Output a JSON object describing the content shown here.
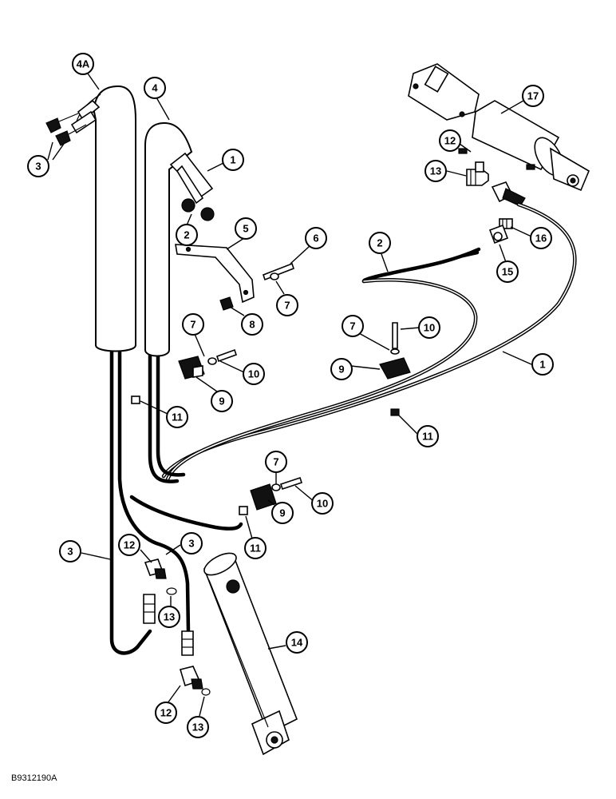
{
  "figure_ref": "B9312190A",
  "callouts": {
    "c4A": "4A",
    "c4": "4",
    "c1a": "1",
    "c3a": "3",
    "c2a": "2",
    "c5": "5",
    "c6": "6",
    "c7a": "7",
    "c8": "8",
    "c17": "17",
    "c12a": "12",
    "c13a": "13",
    "c16": "16",
    "c15": "15",
    "c2b": "2",
    "c7b": "7",
    "c10a": "10",
    "c9a": "9",
    "c1b": "1",
    "c7c": "7",
    "c10b": "10",
    "c9b": "9",
    "c11a": "11",
    "c11b": "11",
    "c7d": "7",
    "c10c": "10",
    "c9c": "9",
    "c11c": "11",
    "c3b": "3",
    "c12b": "12",
    "c3c": "3",
    "c13b": "13",
    "c14": "14",
    "c12c": "12",
    "c13c": "13"
  }
}
